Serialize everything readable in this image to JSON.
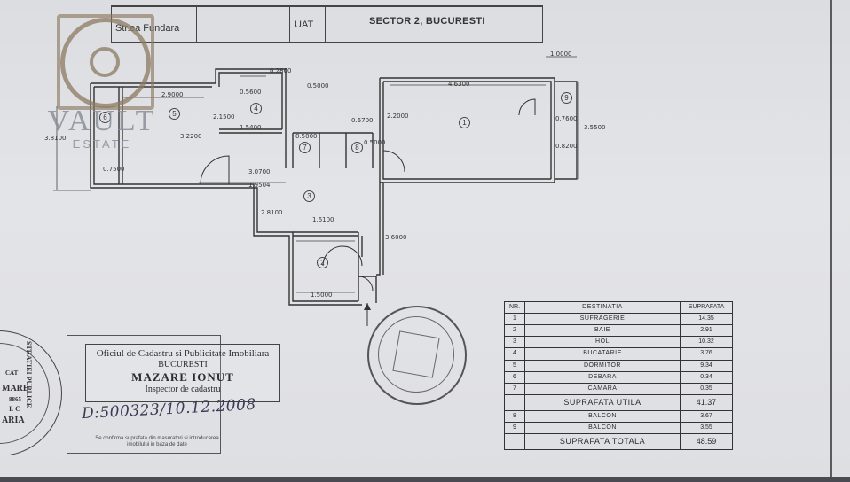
{
  "header": {
    "label_street": "Str.",
    "street_value": "ea Fundara",
    "label_uat": "UAT",
    "uat_value": "SECTOR 2, BUCURESTI"
  },
  "logo": {
    "brand": "VAULT",
    "sub": "ESTATE"
  },
  "dimensions": {
    "d1": "0.2800",
    "d2": "0.5000",
    "d3": "2.9000",
    "d4": "0.5600",
    "d5": "4.6300",
    "d6": "1.0000",
    "d7": "2.2000",
    "d8": "3.5500",
    "d9": "0.7600",
    "d10": "0.6700",
    "d11": "3.2200",
    "d12": "1.5400",
    "d13": "0.5000",
    "d14": "0.5000",
    "d15": "2.1500",
    "d16": "3.0700",
    "d17": "1.9504",
    "d18": "3.8100",
    "d19": "0.8200",
    "d20": "0.7500",
    "d21": "1.6100",
    "d22": "2.8100",
    "d23": "1.5000",
    "d24": "3.6000"
  },
  "rooms": [
    "6",
    "5",
    "4",
    "1",
    "9",
    "7",
    "8",
    "3",
    "2"
  ],
  "stamp": {
    "office": "Oficiul de Cadastru si Publicitate Imobiliara",
    "city": "BUCURESTI",
    "name": "MAZARE IONUT",
    "role": "Inspector de cadastru",
    "handwritten": "D:500323/10.12.2008",
    "fine_print": "Se confirma suprafata din masuratori si introducerea imobilului in baza de date"
  },
  "circ_stamp": {
    "lines": [
      "CAT",
      "MARE",
      "8865",
      "I. C",
      "ARIA"
    ],
    "arc": "STRATIEI PUBLICE"
  },
  "table": {
    "headers": [
      "NR.",
      "DESTINATIA",
      "SUPRAFATA"
    ],
    "rows": [
      {
        "nr": "1",
        "dest": "SUFRAGERIE",
        "val": "14.35"
      },
      {
        "nr": "2",
        "dest": "BAIE",
        "val": "2.91"
      },
      {
        "nr": "3",
        "dest": "HOL",
        "val": "10.32"
      },
      {
        "nr": "4",
        "dest": "BUCATARIE",
        "val": "3.76"
      },
      {
        "nr": "5",
        "dest": "DORMITOR",
        "val": "9.34"
      },
      {
        "nr": "6",
        "dest": "DEBARA",
        "val": "0.34"
      },
      {
        "nr": "7",
        "dest": "CAMARA",
        "val": "0.35"
      }
    ],
    "useful_label": "SUPRAFATA UTILA",
    "useful_val": "41.37",
    "rows2": [
      {
        "nr": "8",
        "dest": "BALCON",
        "val": "3.67"
      },
      {
        "nr": "9",
        "dest": "BALCON",
        "val": "3.55"
      }
    ],
    "total_label": "SUPRAFATA TOTALA",
    "total_val": "48.59"
  }
}
